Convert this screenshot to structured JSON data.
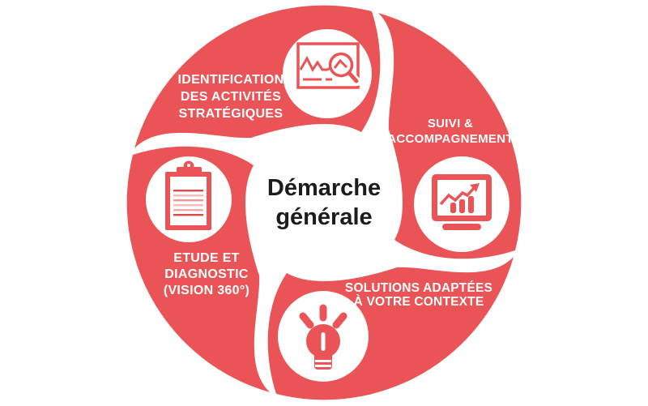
{
  "diagram": {
    "center": {
      "line1": "Démarche",
      "line2": "générale"
    },
    "segments": [
      {
        "name": "identification",
        "icon": "chart-magnifier",
        "lines": [
          "IDENTIFICATION",
          "DES ACTIVITÉS",
          "STRATÉGIQUES"
        ]
      },
      {
        "name": "suivi",
        "icon": "monitor-growth",
        "lines": [
          "SUIVI &",
          "ACCOMPAGNEMENT"
        ]
      },
      {
        "name": "solutions",
        "icon": "lightbulb",
        "lines": [
          "SOLUTIONS ADAPTÉES",
          "À VOTRE CONTEXTE"
        ]
      },
      {
        "name": "etude",
        "icon": "clipboard",
        "lines": [
          "ETUDE ET",
          "DIAGNOSTIC",
          "(VISION 360°)"
        ]
      }
    ],
    "colors": {
      "red": "#EA5456",
      "red_dark": "#D94A4D",
      "pink_mid": "#EE9997",
      "pink_light": "#F6BCBA",
      "label_text": "#FFFFFF",
      "title_text": "#1C1C1C",
      "background": "#FFFFFF"
    }
  }
}
